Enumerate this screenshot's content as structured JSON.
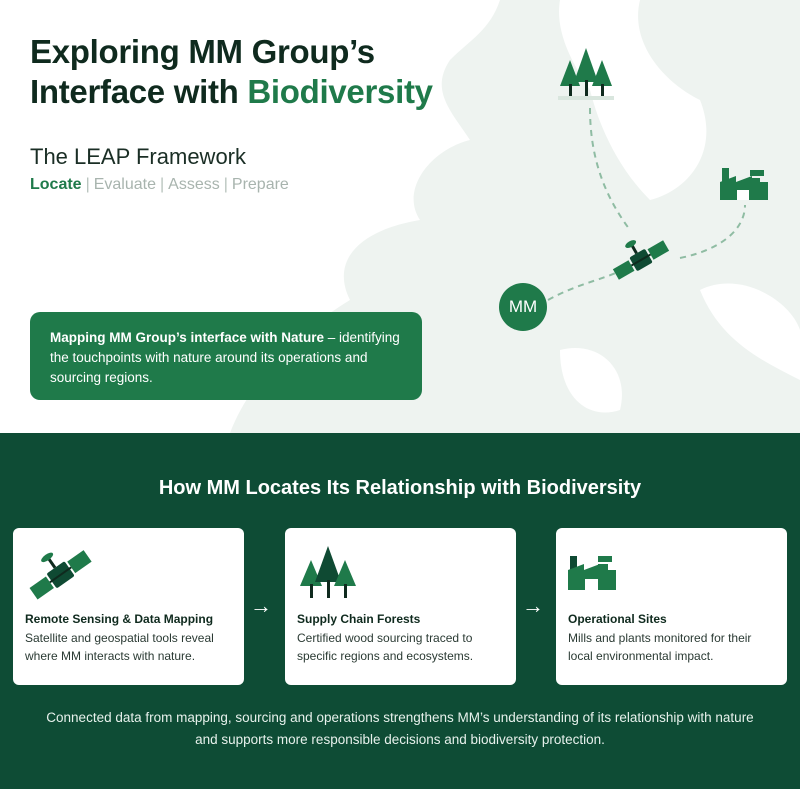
{
  "header": {
    "title_line1": "Exploring MM Group’s",
    "title_line2_prefix": "Interface with",
    "title_line2_accent": "Biodiversity",
    "subtitle": "The LEAP Framework",
    "leap_steps": {
      "active": "Locate",
      "step2": "Evaluate",
      "step3": "Assess",
      "step4": "Prepare"
    }
  },
  "callout": {
    "bold": "Mapping MM Group’s interface with Nature",
    "text": " – identifying the touchpoints with nature around its operations and sourcing regions."
  },
  "map": {
    "badge": "MM"
  },
  "section": {
    "title": "How MM Locates Its Relationship with Biodiversity",
    "cards": [
      {
        "icon": "satellite-icon",
        "title": "Remote Sensing & Data Mapping",
        "text": "Satellite and geospatial tools reveal where MM interacts with nature."
      },
      {
        "icon": "forest-icon",
        "title": "Supply Chain Forests",
        "text": "Certified wood sourcing traced to specific regions and ecosystems."
      },
      {
        "icon": "factory-icon",
        "title": "Operational Sites",
        "text": "Mills and plants monitored for their local environmental impact."
      }
    ],
    "arrow_glyph": "→",
    "footer": "Connected data from mapping, sourcing and operations strengthens MM’s understanding of its relationship with nature and supports more responsible decisions and biodiversity protection."
  },
  "colors": {
    "primary": "#1f7a4a",
    "dark": "#0e4c35",
    "map": "#eef3f0",
    "muted": "#a8b4ae"
  }
}
